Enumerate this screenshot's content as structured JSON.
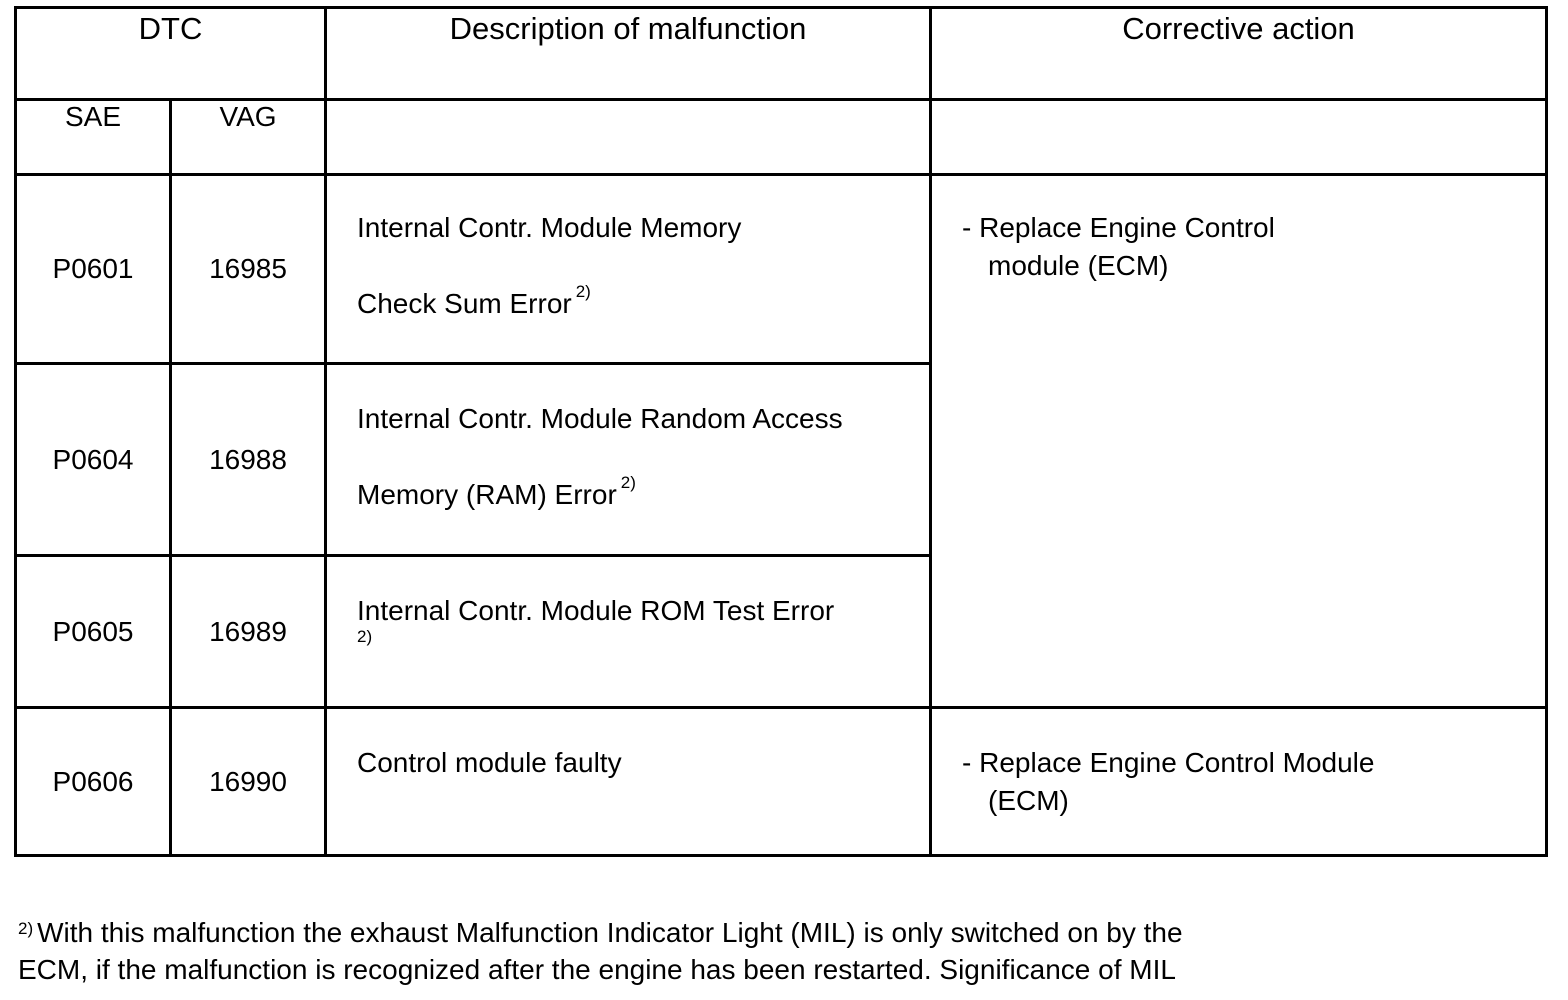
{
  "table": {
    "header": {
      "dtc": "DTC",
      "description": "Description of malfunction",
      "action": "Corrective action",
      "sae": "SAE",
      "vag": "VAG"
    },
    "rows": [
      {
        "sae": "P0601",
        "vag": "16985",
        "desc_line1": "Internal Contr. Module Memory",
        "desc_line2": "Check Sum Error",
        "desc_note": "2)"
      },
      {
        "sae": "P0604",
        "vag": "16988",
        "desc_line1": "Internal Contr. Module Random Access",
        "desc_line2": "Memory (RAM) Error",
        "desc_note": "2)"
      },
      {
        "sae": "P0605",
        "vag": "16989",
        "desc_line1": "Internal Contr. Module ROM Test Error",
        "desc_note": "2)"
      },
      {
        "sae": "P0606",
        "vag": "16990",
        "desc_line1": "Control module faulty"
      }
    ],
    "actions": [
      {
        "line1": "-  Replace Engine Control",
        "line2": "module (ECM)"
      },
      {
        "line1": "-  Replace Engine Control Module",
        "line2": "(ECM)"
      }
    ]
  },
  "footnote": {
    "marker": "2)",
    "line1": "With this malfunction the exhaust Malfunction Indicator Light (MIL) is only switched on by the",
    "line2": "ECM, if the malfunction is recognized after the engine has been restarted. Significance of MIL"
  }
}
